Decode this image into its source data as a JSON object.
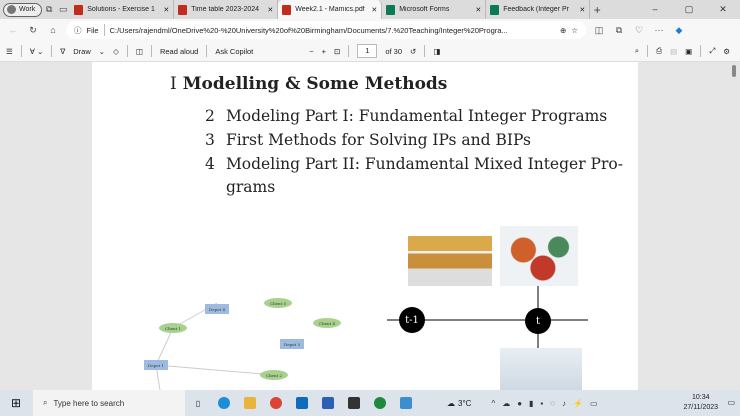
{
  "browser": {
    "profile": "Work",
    "tabs": [
      {
        "title": "Solutions - Exercise 1",
        "icon": "pdf"
      },
      {
        "title": "Time table 2023-2024",
        "icon": "pdf"
      },
      {
        "title": "Week2.1 - Mamics.pdf",
        "icon": "pdf",
        "active": true
      },
      {
        "title": "Microsoft Forms",
        "icon": "forms"
      },
      {
        "title": "Feedback (Integer Pr",
        "icon": "forms"
      }
    ],
    "url_label": "File",
    "url": "C:/Users/rajendml/OneDrive%20-%20University%20of%20Birmingham/Documents/7.%20Teaching/Integer%20Progra..."
  },
  "pdf_toolbar": {
    "draw": "Draw",
    "read_aloud": "Read aloud",
    "ask_copilot": "Ask Copilot",
    "page": "1",
    "of_pages": "of 30"
  },
  "document": {
    "part_number": "I",
    "part_title": "Modelling & Some Methods",
    "toc": [
      {
        "num": "2",
        "title": "Modeling Part I: Fundamental Integer Programs"
      },
      {
        "num": "3",
        "title": "First Methods for Solving IPs and BIPs"
      },
      {
        "num": "4",
        "title": "Modeling Part II: Fundamental Mixed Integer Pro-"
      },
      {
        "num": "",
        "title": "grams"
      }
    ],
    "graph_nodes": {
      "depot4": "Depot 4",
      "client5": "Client 5",
      "client1": "Client 1",
      "client4": "Client 4",
      "depot3": "Depot 3",
      "depot1": "Depot 1",
      "client2": "Client 2"
    },
    "timeline": {
      "t_prev": "t-1",
      "t": "t"
    }
  },
  "taskbar": {
    "search_placeholder": "Type here to search",
    "weather": "3°C",
    "time": "10:34",
    "date": "27/11/2023"
  }
}
